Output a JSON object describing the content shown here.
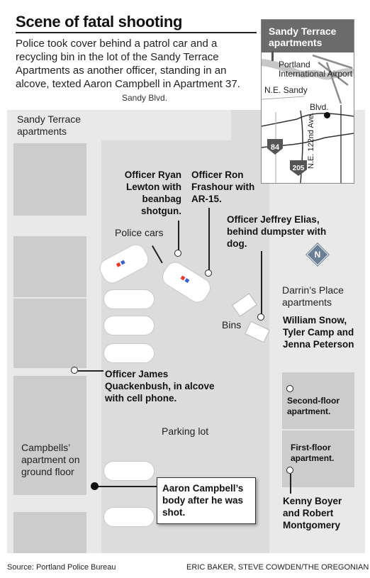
{
  "title": "Scene of fatal shooting",
  "intro": "Police took cover behind a patrol car and a recycling bin in the lot of the Sandy Terrace Apartments as another officer, standing in an alcove, texted Aaron Campbell in Apartment 37.",
  "street_label": "Sandy Blvd.",
  "buildings": {
    "sandy_terrace": "Sandy Terrace apartments",
    "darrins_place": "Darrin’s Place apartments",
    "campbells": "Campbells’ apartment on ground floor",
    "second_floor": "Second-floor apartment.",
    "first_floor": "First-floor apartment."
  },
  "places": {
    "police_cars": "Police cars",
    "bins": "Bins",
    "parking_lot": "Parking lot"
  },
  "officers": {
    "lewton": "Officer Ryan Lewton with beanbag shotgun.",
    "frashour": "Officer Ron Frashour with AR-15.",
    "elias": "Officer Jeffrey Elias, behind dumpster with dog.",
    "quackenbush": "Officer James Quackenbush, in alcove with cell phone."
  },
  "witnesses": {
    "upstairs": "William Snow, Tyler Camp and Jenna Peterson",
    "downstairs": "Kenny Boyer and Robert Montgomery"
  },
  "body_label": "Aaron Campbell’s body after he was shot.",
  "north_label": "N",
  "inset": {
    "title": "Sandy Terrace apartments",
    "airport": "Portland International Airport",
    "road1": "N.E. Sandy",
    "road2": "Blvd.",
    "road3": "N.E. 122nd Ave.",
    "hwy1": "84",
    "hwy2": "205"
  },
  "footer": {
    "source": "Source: Portland Police Bureau",
    "credit": "ERIC BAKER, STEVE COWDEN/THE OREGONIAN"
  },
  "colors": {
    "building": "#cccccc",
    "lot": "#dcdcdc",
    "inset_header": "#6b6b6b",
    "light_red": "#e63b2e",
    "light_blue": "#3a63c8"
  }
}
